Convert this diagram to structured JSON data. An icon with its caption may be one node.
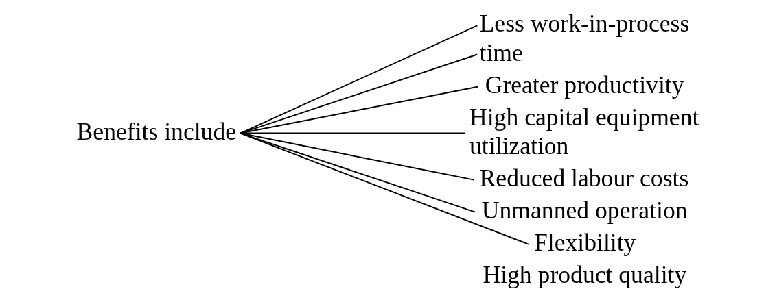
{
  "diagram": {
    "nodes": [
      {
        "text": [
          "Benefits include"
        ]
      },
      {
        "text": [
          "Less work-in-process time"
        ]
      },
      {
        "text": [
          "Greater productivity"
        ]
      },
      {
        "text": [
          "High capital equipment utilization"
        ]
      },
      {
        "text": [
          "Reduced labour costs"
        ]
      },
      {
        "text": [
          "Unmanned operation"
        ]
      },
      {
        "text": [
          "Flexibility"
        ]
      },
      {
        "text": [
          "High product quality"
        ]
      }
    ],
    "edges": [
      {
        "from": 0,
        "to": 1,
        "arrow": "none"
      },
      {
        "from": 0,
        "to": 1,
        "arrow": "none"
      },
      {
        "from": 0,
        "to": 2,
        "arrow": "none"
      },
      {
        "from": 0,
        "to": 3,
        "arrow": "none"
      },
      {
        "from": 0,
        "to": 4,
        "arrow": "none"
      },
      {
        "from": 0,
        "to": 5,
        "arrow": "none"
      },
      {
        "from": 0,
        "to": 6,
        "arrow": "none"
      }
    ]
  }
}
